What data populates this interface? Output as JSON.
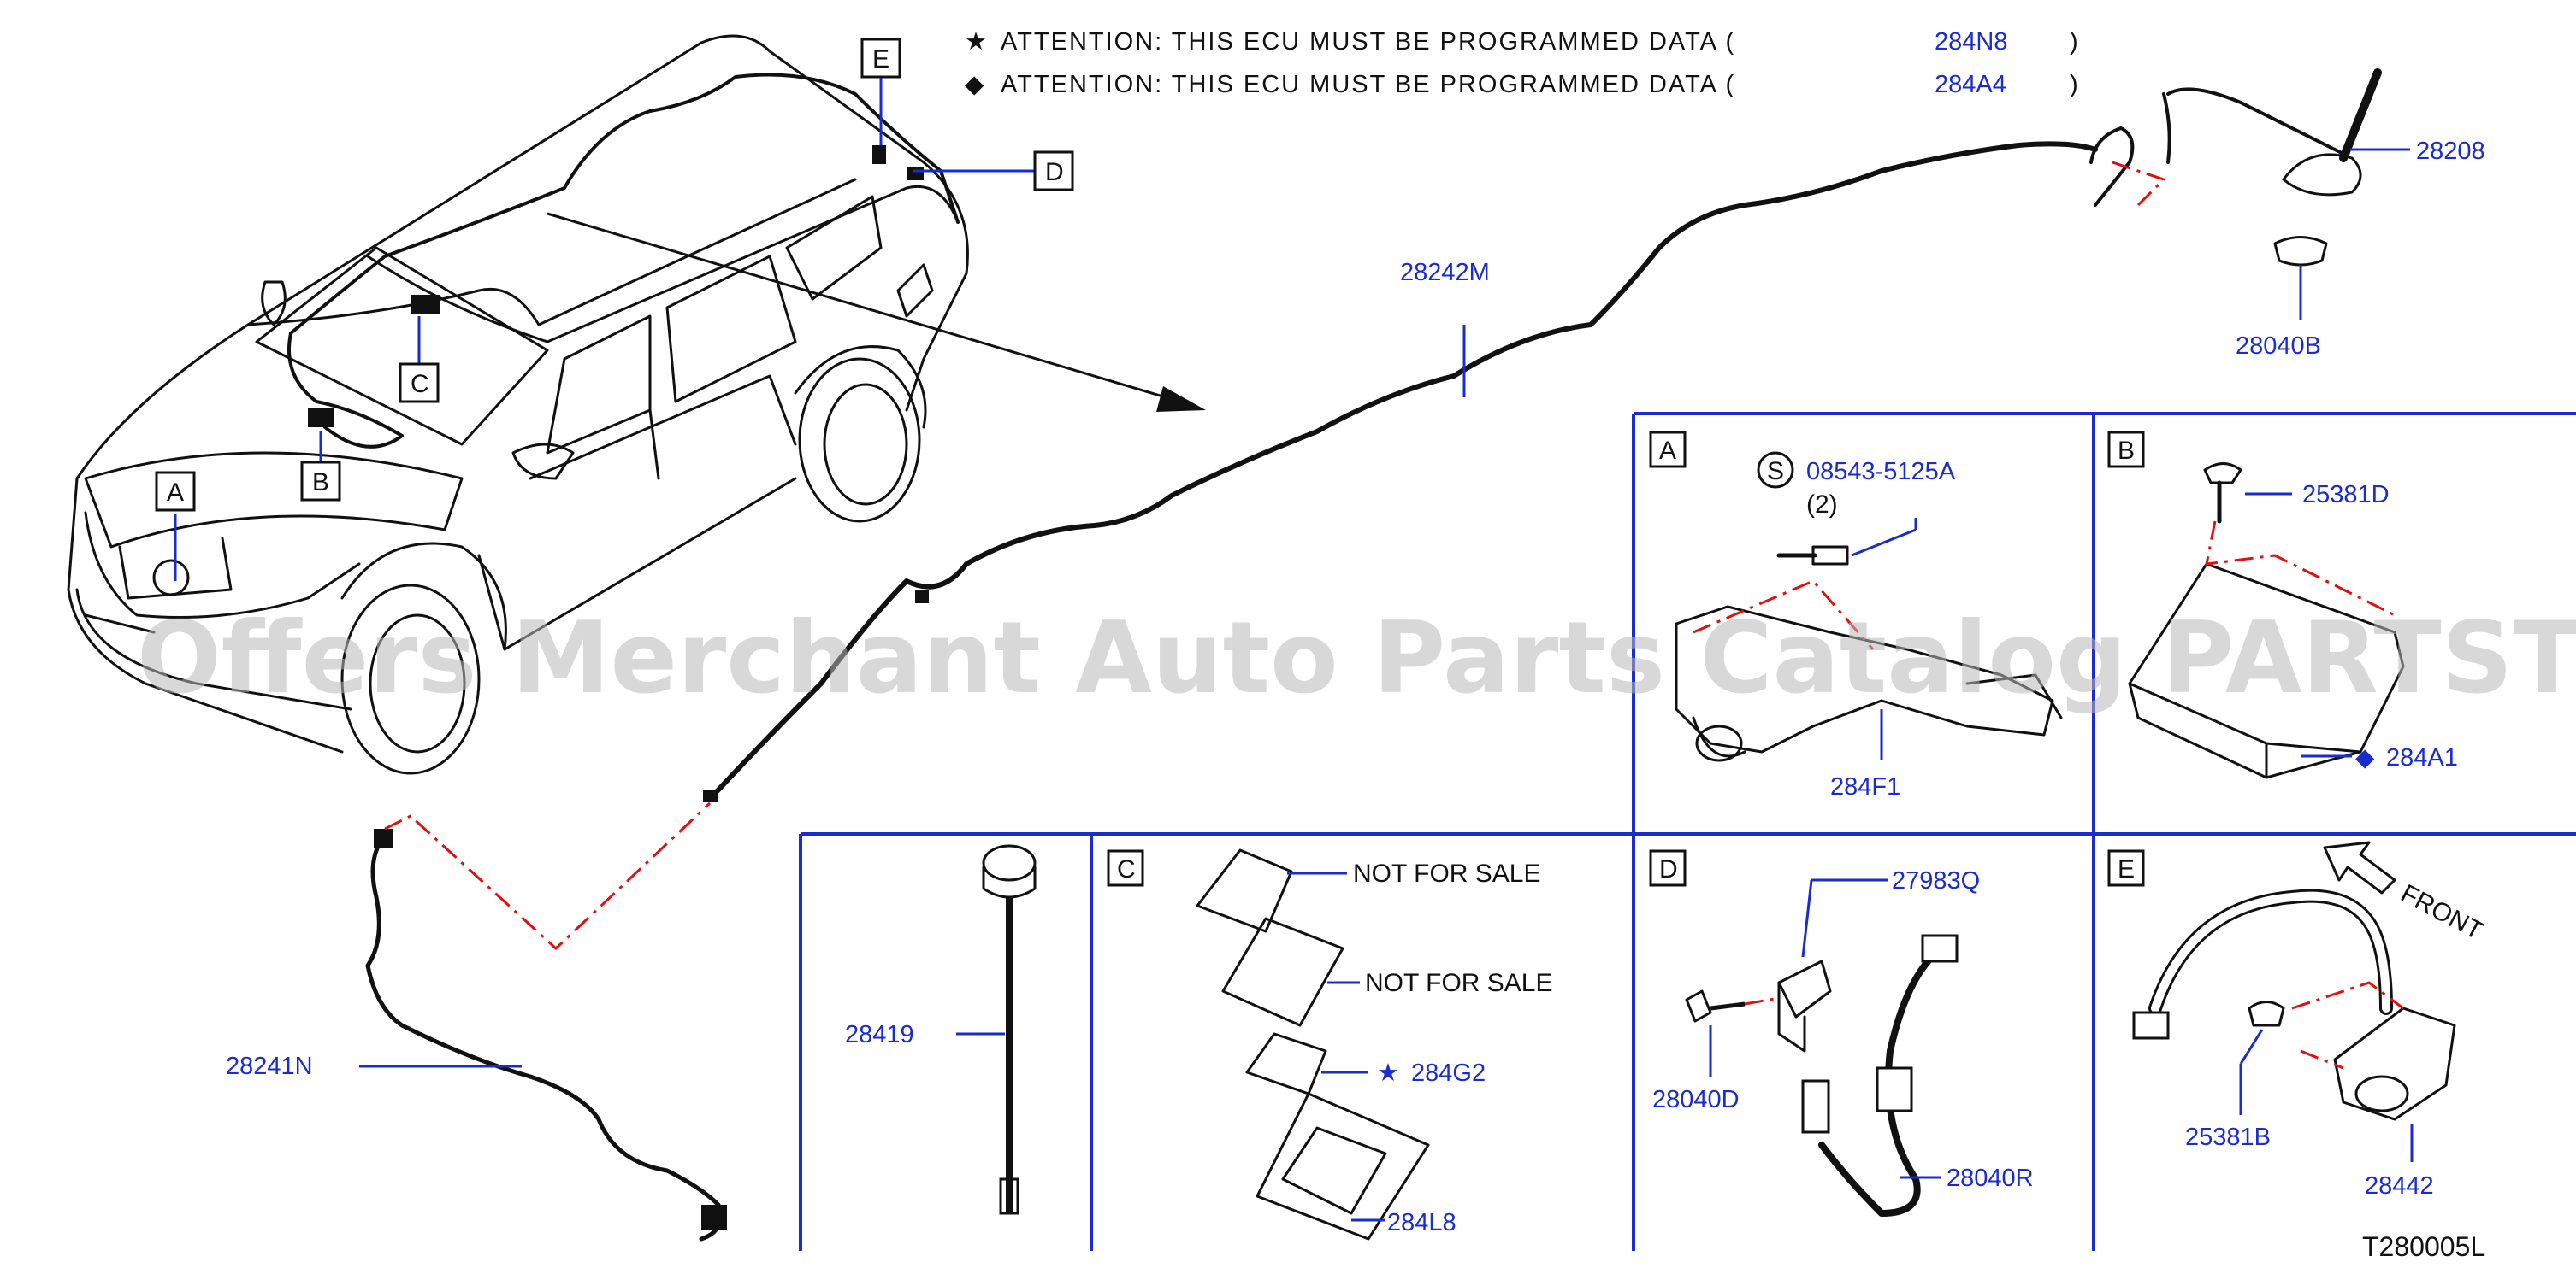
{
  "attention": [
    {
      "symbol": "★",
      "text": "ATTENTION:  THIS  ECU  MUST  BE  PROGRAMMED  DATA  (",
      "code": "284N8",
      "close": ")"
    },
    {
      "symbol": "◆",
      "text": "ATTENTION:  THIS  ECU  MUST  BE  PROGRAMMED  DATA  (",
      "code": "284A4",
      "close": ")"
    }
  ],
  "vehicle_callouts": [
    "A",
    "B",
    "C",
    "D",
    "E"
  ],
  "harness_parts": {
    "p28242M": "28242M",
    "p28208": "28208",
    "p28040B": "28040B",
    "p28241N": "28241N"
  },
  "panels": {
    "A": {
      "letter": "A",
      "screw_symbol": "S",
      "screw": "08543-5125A",
      "qty": "(2)",
      "main": "284F1"
    },
    "B": {
      "letter": "B",
      "screw": "25381D",
      "ecu_symbol": "◆",
      "ecu": "284A1"
    },
    "rod": {
      "part": "28419"
    },
    "C": {
      "letter": "C",
      "nfs1": "NOT  FOR  SALE",
      "nfs2": "NOT  FOR  SALE",
      "star": "★",
      "sensor": "284G2",
      "cover": "284L8"
    },
    "D": {
      "letter": "D",
      "bracket": "27983Q",
      "bolt": "28040D",
      "harness": "28040R"
    },
    "E": {
      "letter": "E",
      "front": "FRONT",
      "nut": "25381B",
      "camera": "28442"
    }
  },
  "diagram_code": "T280005L",
  "watermark": "Offers Merchant Auto Parts Catalog PARTSTORE.SA",
  "colors": {
    "part_number": "#1a2bd0",
    "panel_border": "#1a2bd0",
    "dash_line": "#e01010",
    "watermark": "#b9b9b9"
  }
}
